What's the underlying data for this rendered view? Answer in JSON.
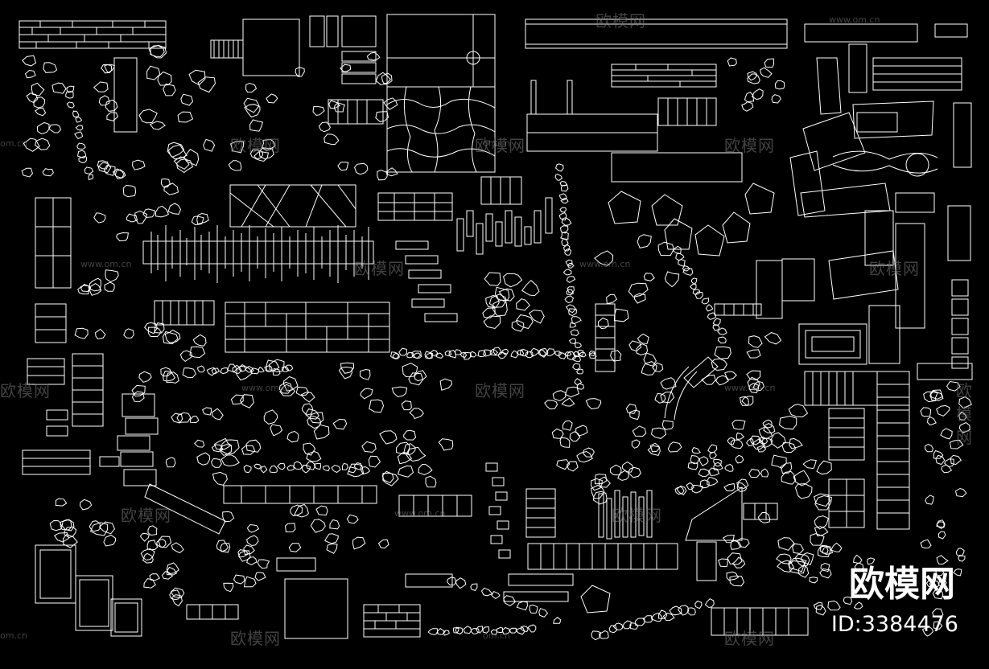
{
  "watermark": {
    "brand": "欧模网",
    "domain": "om.cn",
    "domain_full": "www.om.cn"
  },
  "corner": {
    "brand": "欧模网",
    "id_text": "ID:3384476"
  },
  "colors": {
    "background": "#000000",
    "line": "#ffffff",
    "watermark": "#787878"
  }
}
